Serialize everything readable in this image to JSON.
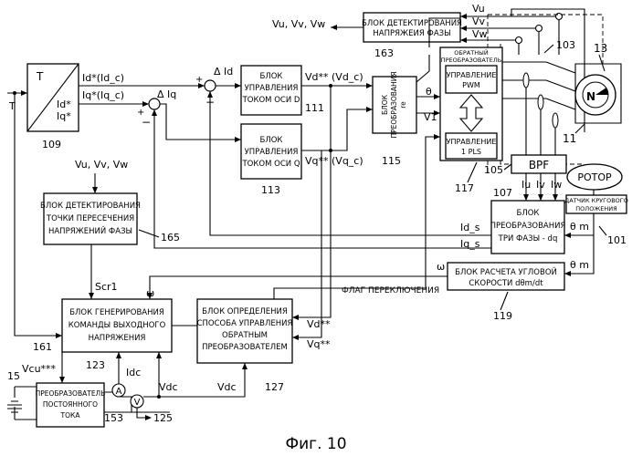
{
  "figure": {
    "caption": "Фиг. 10"
  },
  "blocks": {
    "b163": {
      "lines": [
        "БЛОК ДЕТЕКТИРОВАНИЯ",
        "НАПРЯЖЕИЯ ФАЗЫ"
      ],
      "ref": "163"
    },
    "b111": {
      "lines": [
        "БЛОК",
        "УПРАВЛЕНИЯ",
        "ТОКОМ ОСИ D"
      ],
      "ref": "111"
    },
    "b113": {
      "lines": [
        "БЛОК",
        "УПРАВЛЕНИЯ",
        "ТОКОМ ОСИ Q"
      ],
      "ref": "113"
    },
    "b115": {
      "lines": [
        "БЛОК",
        "ПРЕОБРАЗОВАНИЯ",
        "re"
      ],
      "ref": "115"
    },
    "b117": {
      "title": [
        "ОБРАТНЫЙ",
        "ПРЕОБРАЗОВАТЕЛЬ"
      ],
      "pwm": [
        "УПРАВЛЕНИЕ",
        "PWM"
      ],
      "pls": [
        "УПРАВЛЕНИЕ",
        "1 PLS"
      ],
      "ref": "117"
    },
    "b109": {
      "symbol": "T",
      "out_d": "Id*",
      "out_q": "Iq*",
      "ref": "109"
    },
    "b165": {
      "lines": [
        "БЛОК ДЕТЕКТИРОВАНИЯ",
        "ТОЧКИ ПЕРЕСЕЧЕНИЯ",
        "НАПРЯЖЕНИЙ ФАЗЫ"
      ],
      "ref": "165"
    },
    "b107": {
      "lines": [
        "БЛОК",
        "ПРЕОБРАЗОВАНИЯ",
        "ТРИ ФАЗЫ - dq"
      ],
      "ref": "107"
    },
    "b119": {
      "lines": [
        "БЛОК РАСЧЕТА УГЛОВОЙ",
        "СКОРОСТИ dθm/dt"
      ],
      "ref": "119"
    },
    "b161": {
      "lines": [
        "БЛОК ГЕНЕРИРОВАНИЯ",
        "КОМАНДЫ ВЫХОДНОГО",
        "НАПРЯЖЕНИЯ"
      ],
      "ref": "161"
    },
    "b127": {
      "lines": [
        "БЛОК ОПРЕДЕЛЕНИЯ",
        "СПОСОБА УПРАВЛЕНИЯ",
        "ОБРАТНЫМ",
        "ПРЕОБРАЗОВАТЕЛЕМ"
      ],
      "ref": "127"
    },
    "b15": {
      "lines": [
        "ПРЕОБРАЗОВАТЕЛЬ",
        "ПОСТОЯННОГО",
        "ТОКА"
      ],
      "ref": "15"
    },
    "bpf": {
      "label": "BPF",
      "ref": "105"
    },
    "rotor": {
      "label": "РОТОР"
    },
    "sensor": {
      "lines": [
        "ДАТЧИК КРУГОВОГО",
        "ПОЛОЖЕНИЯ"
      ],
      "ref": "101"
    },
    "motor": {
      "ref": "13",
      "ref_lower": "11",
      "ref_103": "103",
      "pole": "N"
    }
  },
  "signals": {
    "vu": "Vu",
    "vv": "Vv",
    "vw": "Vw",
    "vuvwvw_top": "Vu, Vv, Vw",
    "vuvwvw_left": "Vu, Vv, Vw",
    "id_cmd": "Id*(Id_c)",
    "iq_cmd": "Iq*(Iq_c)",
    "delta_id": "Δ Id",
    "delta_iq": "Δ Iq",
    "vd": "Vd** (Vd_c)",
    "vq": "Vq** (Vq_c)",
    "theta": "θ",
    "v1": "V1",
    "t_in": "T",
    "id_s": "Id_s",
    "iq_s": "Iq_s",
    "theta_m1": "θ m",
    "theta_m2": "θ m",
    "omega1": "ω",
    "omega2": "ω",
    "scr1": "Scr1",
    "flag": "ФЛАГ ПЕРЕКЛЮЧЕНИЯ",
    "vd2": "Vd**",
    "vq2": "Vq**",
    "vcu": "Vcu***",
    "idc": "Idc",
    "vdc1": "Vdc",
    "vdc2": "Vdc",
    "iu": "Iu",
    "iv": "Iv",
    "iw": "Iw",
    "a_meter": "A",
    "v_meter": "V",
    "ref123": "123",
    "ref153": "153",
    "ref125": "125",
    "plus": "+",
    "minus": "−"
  }
}
